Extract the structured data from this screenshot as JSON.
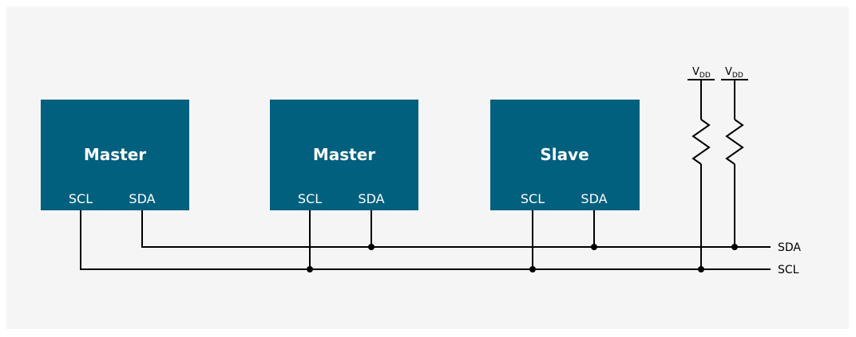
{
  "colors": {
    "box": "#00607e",
    "wire": "#000000",
    "panel": "#f5f5f5"
  },
  "devices": [
    {
      "title": "Master",
      "pins": [
        "SCL",
        "SDA"
      ]
    },
    {
      "title": "Master",
      "pins": [
        "SCL",
        "SDA"
      ]
    },
    {
      "title": "Slave",
      "pins": [
        "SCL",
        "SDA"
      ]
    }
  ],
  "bus": {
    "sda_label": "SDA",
    "scl_label": "SCL"
  },
  "pullups": [
    {
      "supply": "V",
      "subscript": "DD"
    },
    {
      "supply": "V",
      "subscript": "DD"
    }
  ]
}
